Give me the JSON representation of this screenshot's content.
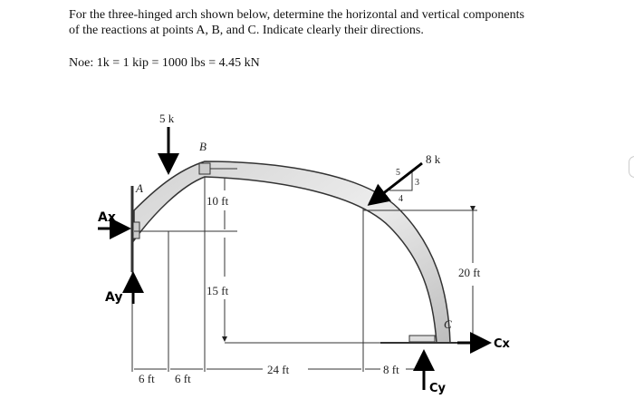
{
  "problem": {
    "statement_line1": "For the three-hinged arch shown below, determine the horizontal and vertical components",
    "statement_line2": "of the reactions at points A, B, and C. Indicate clearly their directions.",
    "note": "Noe: 1k = 1 kip = 1000 lbs = 4.45 kN"
  },
  "figure": {
    "points": {
      "A": "A",
      "B": "B",
      "C": "C"
    },
    "loads": {
      "load_1": "5 k",
      "load_2": "8 k",
      "slope": {
        "hyp": "5",
        "rise": "3",
        "run": "4"
      }
    },
    "dimensions": {
      "h_AB": "10 ft",
      "h_B_base": "15 ft",
      "h_right": "20 ft",
      "span_1": "6 ft",
      "span_2": "6 ft",
      "span_3": "24 ft",
      "span_4": "8 ft"
    },
    "reactions": {
      "Ax": "Ax",
      "Ay": "Ay",
      "Cx": "Cx",
      "Cy": "Cy"
    }
  }
}
